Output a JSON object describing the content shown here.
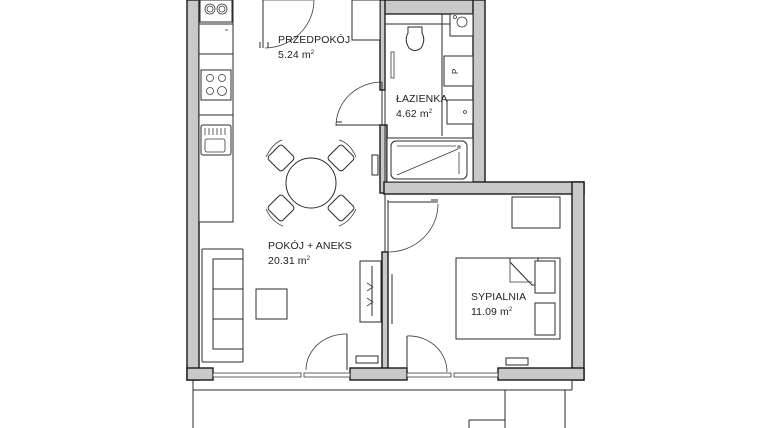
{
  "rooms": [
    {
      "id": "przedpokoj",
      "name": "PRZEDPOKÓJ",
      "area": "5.24 m",
      "area_unit_sup": "2"
    },
    {
      "id": "lazienka",
      "name": "ŁAZIENKA",
      "area": "4.62 m",
      "area_unit_sup": "2"
    },
    {
      "id": "pokoj-aneks",
      "name": "POKÓJ + ANEKS",
      "area": "20.31 m",
      "area_unit_sup": "2"
    },
    {
      "id": "sypialnia",
      "name": "SYPIALNIA",
      "area": "11.09 m",
      "area_unit_sup": "2"
    }
  ],
  "bathroom_fixture_label": "P",
  "colors": {
    "wall_fill": "#c8c9c9",
    "line": "#2b2b2b",
    "background": "#ffffff"
  }
}
